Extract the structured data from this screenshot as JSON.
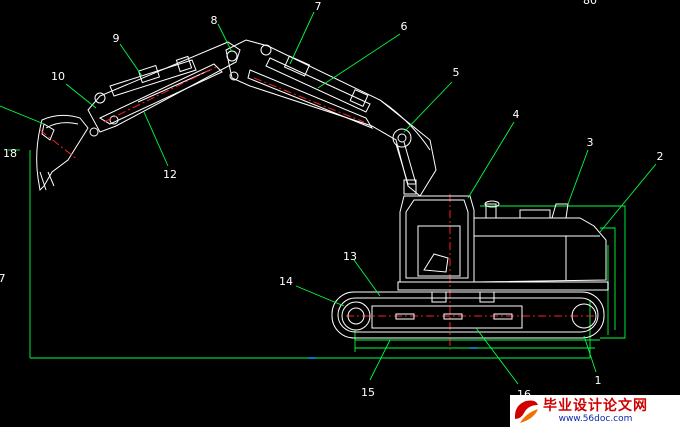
{
  "diagram": {
    "callouts": [
      "1",
      "2",
      "3",
      "4",
      "5",
      "6",
      "7",
      "8",
      "9",
      "10",
      "12",
      "13",
      "14",
      "15",
      "16",
      "18"
    ],
    "edge_fragments": [
      "80",
      "7"
    ],
    "colors": {
      "background": "#000000",
      "outline": "#ffffff",
      "leader": "#00ff40",
      "center_line": "#ff2020",
      "dimension": "#00aaff",
      "label": "#ffffff"
    }
  },
  "watermark": {
    "title": "毕业设计论文网",
    "url": "www.56doc.com"
  }
}
